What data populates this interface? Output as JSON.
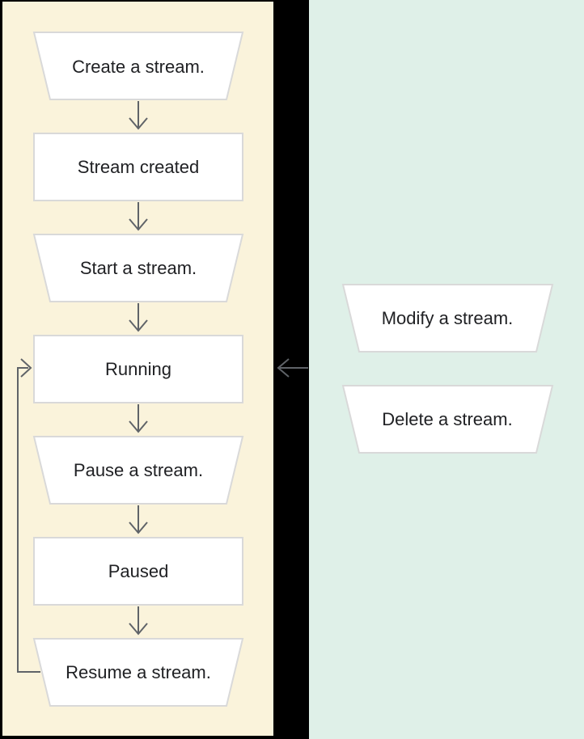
{
  "palette": {
    "background": "#000000",
    "left_panel_bg": "#faf3db",
    "right_panel_bg": "#dff0e8",
    "node_fill": "#ffffff",
    "node_border": "#d9d9d9",
    "arrow": "#5f6368",
    "text": "#202124"
  },
  "diagram": {
    "left_panel_nodes": [
      {
        "label": "Create a stream.",
        "shape": "trapezoid-manual-operation"
      },
      {
        "label": "Stream created",
        "shape": "rectangle-state"
      },
      {
        "label": "Start a stream.",
        "shape": "trapezoid-manual-operation"
      },
      {
        "label": "Running",
        "shape": "rectangle-state"
      },
      {
        "label": "Pause a stream.",
        "shape": "trapezoid-manual-operation"
      },
      {
        "label": "Paused",
        "shape": "rectangle-state"
      },
      {
        "label": "Resume a stream.",
        "shape": "trapezoid-manual-operation"
      }
    ],
    "right_panel_nodes": [
      {
        "label": "Modify a stream.",
        "shape": "trapezoid-manual-operation"
      },
      {
        "label": "Delete a stream.",
        "shape": "trapezoid-manual-operation"
      }
    ],
    "edges": [
      {
        "from": "Create a stream.",
        "to": "Stream created",
        "type": "down-arrow"
      },
      {
        "from": "Stream created",
        "to": "Start a stream.",
        "type": "down-arrow"
      },
      {
        "from": "Start a stream.",
        "to": "Running",
        "type": "down-arrow"
      },
      {
        "from": "Running",
        "to": "Pause a stream.",
        "type": "down-arrow"
      },
      {
        "from": "Pause a stream.",
        "to": "Paused",
        "type": "down-arrow"
      },
      {
        "from": "Paused",
        "to": "Resume a stream.",
        "type": "down-arrow"
      },
      {
        "from": "Resume a stream.",
        "to": "Running",
        "type": "loop-back-left"
      },
      {
        "from": "right-panel",
        "to": "Running",
        "type": "cross-panel-left-arrow"
      }
    ]
  }
}
